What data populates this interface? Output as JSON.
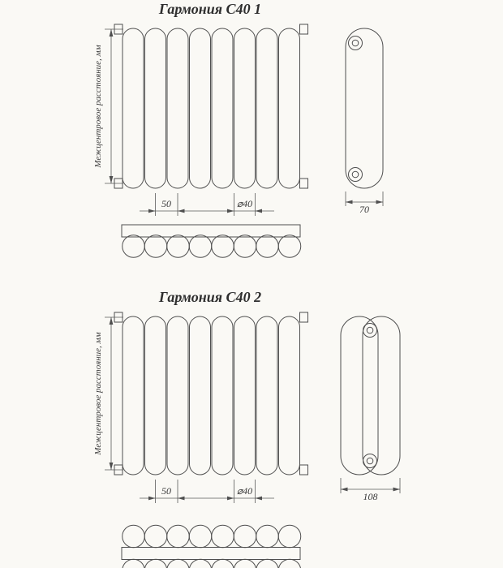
{
  "sheet": {
    "background": "#faf9f5",
    "line_color": "#4f4f4f",
    "text_color": "#2e2e2e"
  },
  "drawings": [
    {
      "title": "Гармония С40 1",
      "left_axis_label": "Межцентровое расстояние, мм",
      "dimensions": {
        "tube_pitch": "50",
        "tube_diameter": "⌀40",
        "depth": "70"
      }
    },
    {
      "title": "Гармония С40 2",
      "left_axis_label": "Межцентровое расстояние, мм",
      "dimensions": {
        "tube_pitch": "50",
        "tube_diameter": "⌀40",
        "depth": "108"
      }
    }
  ]
}
